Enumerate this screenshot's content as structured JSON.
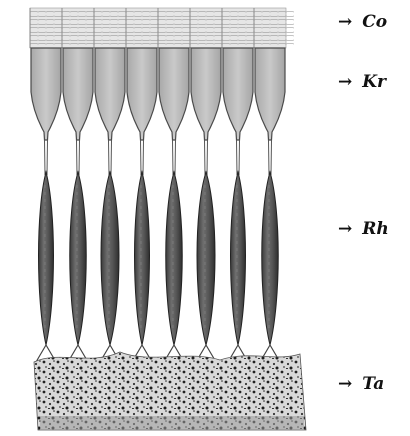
{
  "labels": {
    "arrow": "→",
    "co": "Co",
    "kr": "Kr",
    "rh": "Rh",
    "ta": "Ta"
  },
  "colors": {
    "cone_fill": "#bdbdbd",
    "cone_stroke": "#4a4a4a",
    "cornea_fill": "#e6e6e6",
    "rhabdom_fill": "#5a5a5a",
    "tapetum_speckle": "#2a2a2a"
  }
}
